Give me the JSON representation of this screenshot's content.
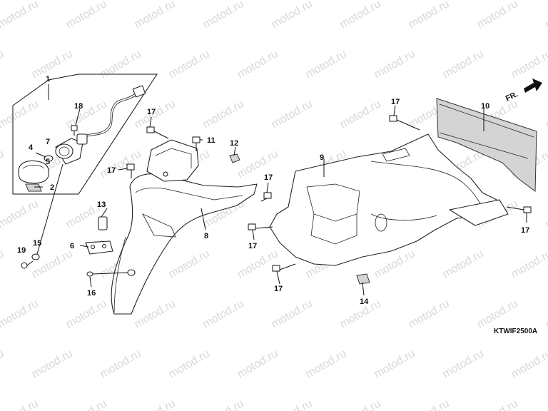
{
  "diagram_code": "KTWIF2500A",
  "front_indicator": "FR.",
  "watermark": "motod.ru",
  "callouts": [
    "1",
    "2",
    "4",
    "5",
    "6",
    "7",
    "8",
    "9",
    "10",
    "11",
    "12",
    "13",
    "14",
    "15",
    "16",
    "17",
    "18",
    "19"
  ],
  "colors": {
    "ink": "#111111",
    "gasket": "#d4d4d4",
    "watermark": "#b9b9b9"
  }
}
